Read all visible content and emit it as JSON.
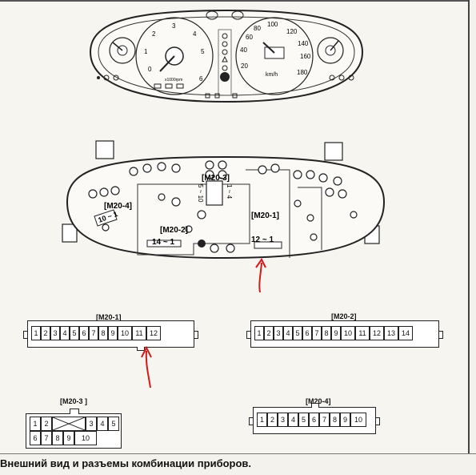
{
  "caption": "Внешний вид и разъемы комбинации приборов.",
  "cluster": {
    "tacho_unit": "x1000rpm",
    "speedo_unit": "km/h",
    "tacho_ticks": [
      "0",
      "1",
      "2",
      "3",
      "4",
      "5",
      "6"
    ],
    "speedo_ticks": [
      "20",
      "40",
      "60",
      "80",
      "100",
      "120",
      "140",
      "160",
      "180"
    ]
  },
  "rear_labels": {
    "m20_1": "[M20-1]",
    "m20_2": "[M20-2]",
    "m20_3": "[M20-3]",
    "m20_4": "[M20-4]",
    "m20_1_range": "12 ~ 1",
    "m20_2_range": "14 ~ 1",
    "m20_4_range": "10 ~ 1",
    "m20_3_range_left": "5 ~ 10",
    "m20_3_range_right": "1 ~ 4"
  },
  "connectors": {
    "m20_1": {
      "label": "[M20-1]",
      "pins": [
        "1",
        "2",
        "3",
        "4",
        "5",
        "6",
        "7",
        "8",
        "9",
        "10",
        "11",
        "12"
      ]
    },
    "m20_2": {
      "label": "[M20-2]",
      "pins": [
        "1",
        "2",
        "3",
        "4",
        "5",
        "6",
        "7",
        "8",
        "9",
        "10",
        "11",
        "12",
        "13",
        "14"
      ]
    },
    "m20_3": {
      "label": "[M20-3 ]",
      "top_pins": [
        "1",
        "2",
        "3",
        "4"
      ],
      "bottom_pins": [
        "5",
        "6",
        "7",
        "8",
        "9",
        "10"
      ]
    },
    "m20_4": {
      "label": "[M20-4]",
      "pins": [
        "1",
        "2",
        "3",
        "4",
        "5",
        "6",
        "7",
        "8",
        "9",
        "10"
      ]
    }
  },
  "annotation_color": "#d21a1a"
}
